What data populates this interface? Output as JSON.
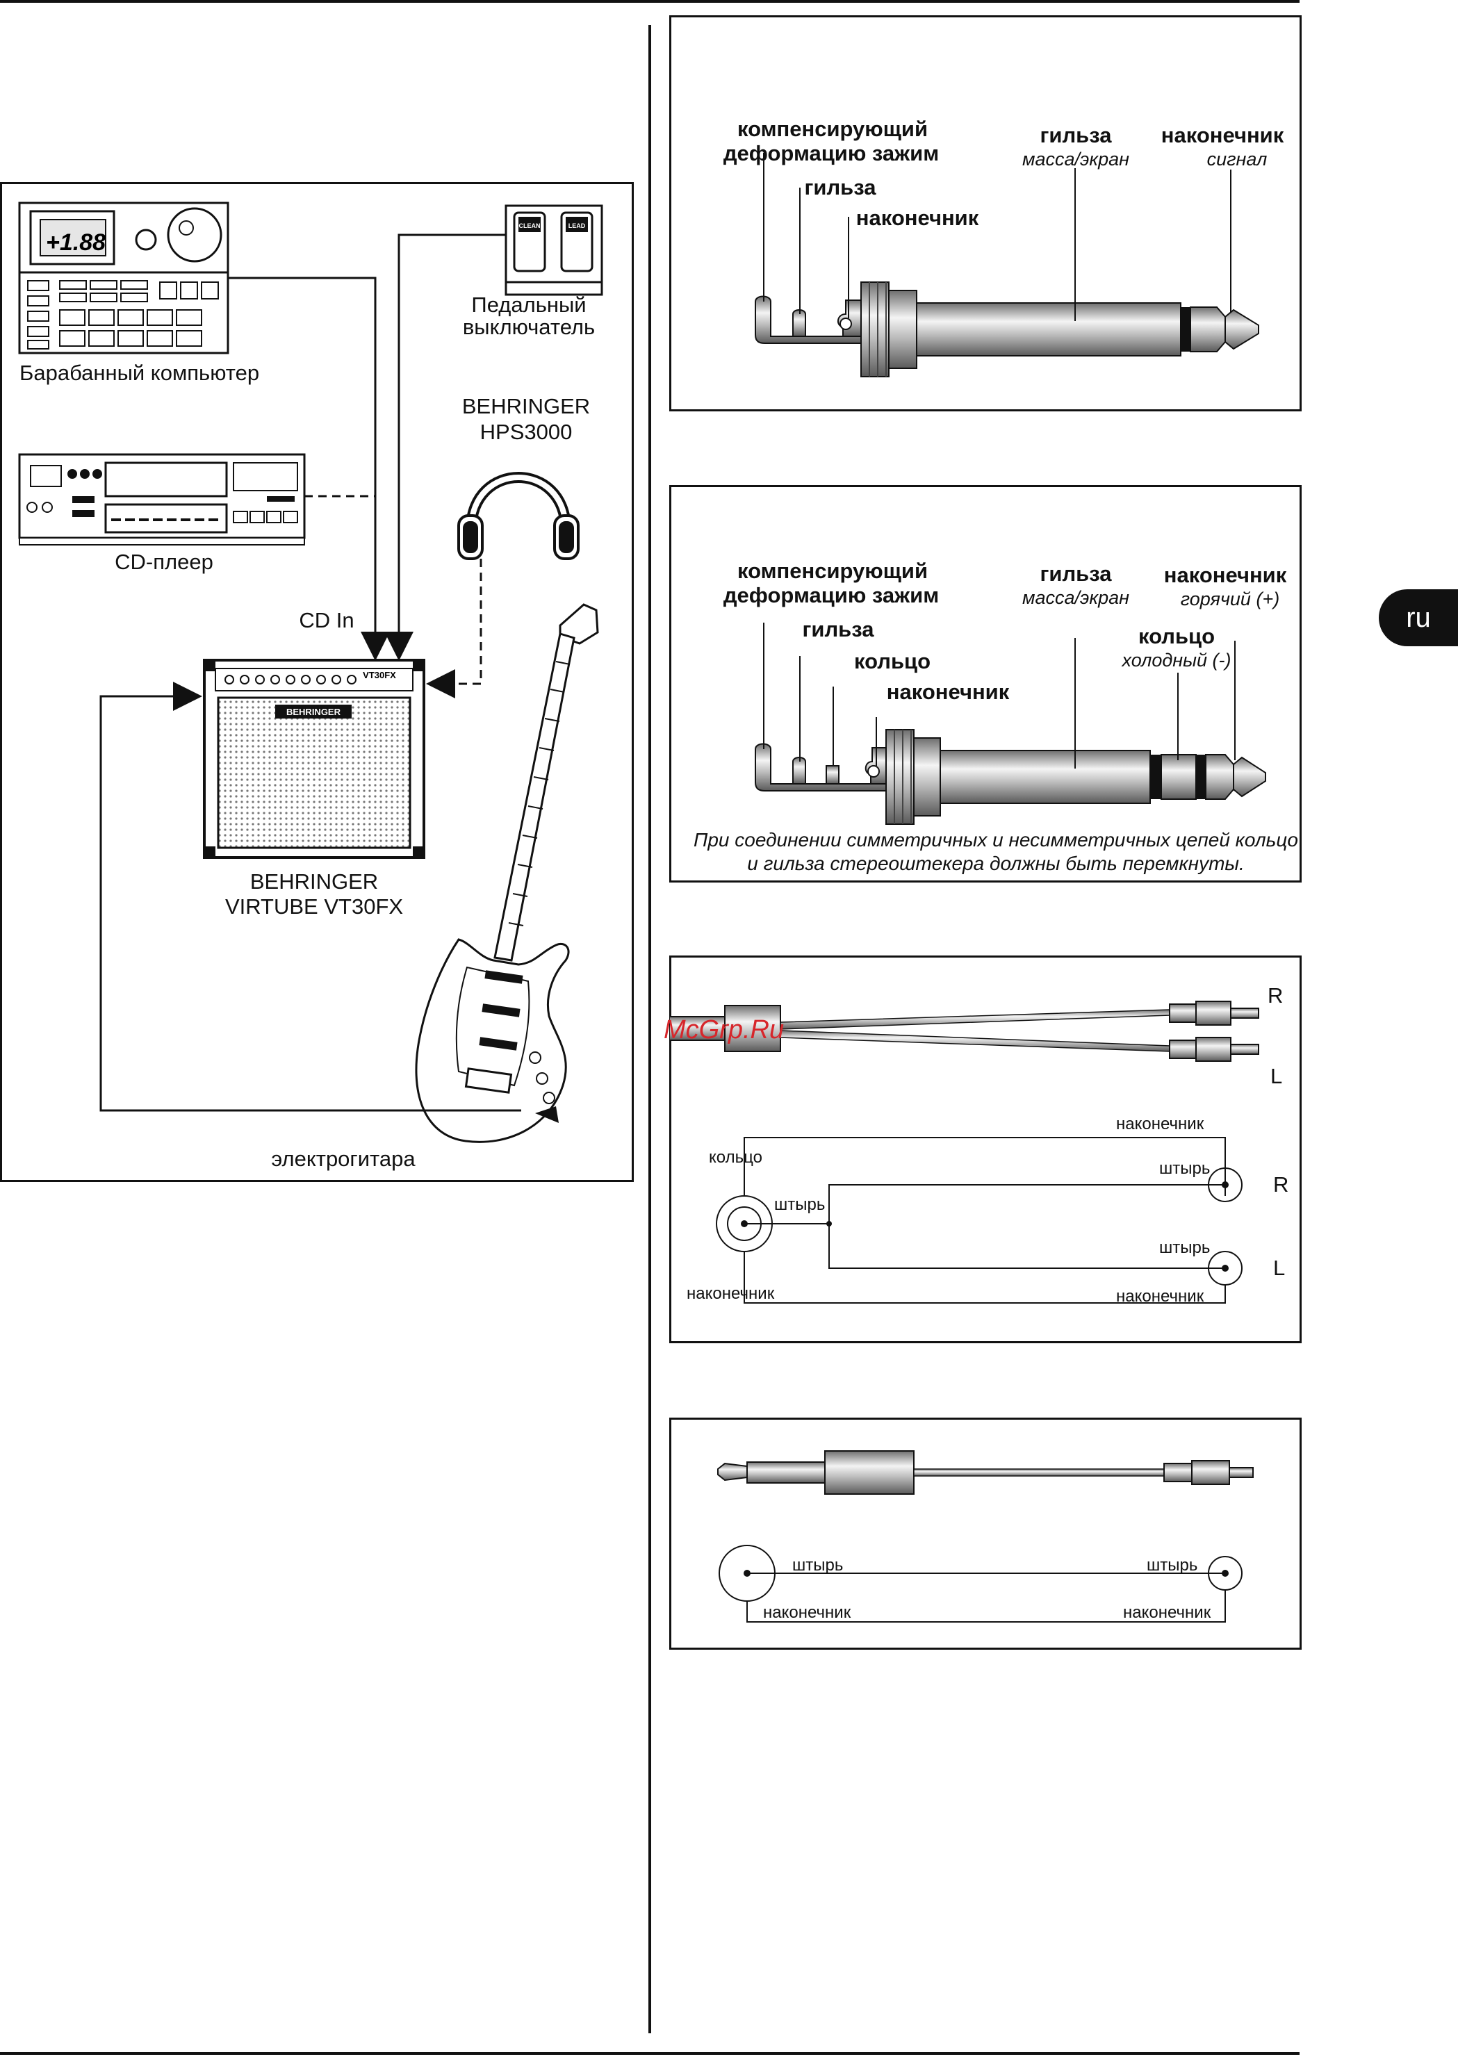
{
  "language_tab": "ru",
  "watermark": "McGrp.Ru",
  "setup": {
    "drum_computer": "Барабанный компьютер",
    "drum_display": "+1.88",
    "pedal_switch_1": "Педальный",
    "pedal_switch_2": "выключатель",
    "pedal_clean": "CLEAN",
    "pedal_lead": "LEAD",
    "headphones_1": "BEHRINGER",
    "headphones_2": "HPS3000",
    "cd_player": "CD-плеер",
    "cd_in": "CD In",
    "amp_1": "BEHRINGER",
    "amp_2": "VIRTUBE VT30FX",
    "amp_logo": "BEHRINGER",
    "amp_model": "VT30FX",
    "guitar": "электрогитара"
  },
  "mono_jack": {
    "strain_relief_1": "компенсирующий",
    "strain_relief_2": "деформацию зажим",
    "sleeve": "гильза",
    "tip": "наконечник",
    "sleeve_main": "гильза",
    "sleeve_sub": "масса/экран",
    "tip_main": "наконечник",
    "tip_sub": "сигнал"
  },
  "stereo_jack": {
    "strain_relief_1": "компенсирующий",
    "strain_relief_2": "деформацию зажим",
    "sleeve": "гильза",
    "ring": "кольцо",
    "tip": "наконечник",
    "sleeve_main": "гильза",
    "sleeve_sub": "масса/экран",
    "tip_main": "наконечник",
    "tip_sub": "горячий (+)",
    "ring_main": "кольцо",
    "ring_sub": "холодный (-)",
    "note_1": "При соединении симметричных и несимметричных цепей кольцо",
    "note_2": "и гильза стереоштекера должны быть перемкнуты."
  },
  "y_cable": {
    "label_r": "R",
    "label_l": "L",
    "ring": "кольцо",
    "pin": "штырь",
    "tip": "наконечник",
    "tip_r": "наконечник",
    "pin_r": "штырь",
    "pin_l": "штырь",
    "tip_l": "наконечник",
    "schem_r": "R",
    "schem_l": "L"
  },
  "mono_cable": {
    "pin_left": "штырь",
    "tip_left": "наконечник",
    "pin_right": "штырь",
    "tip_right": "наконечник"
  }
}
